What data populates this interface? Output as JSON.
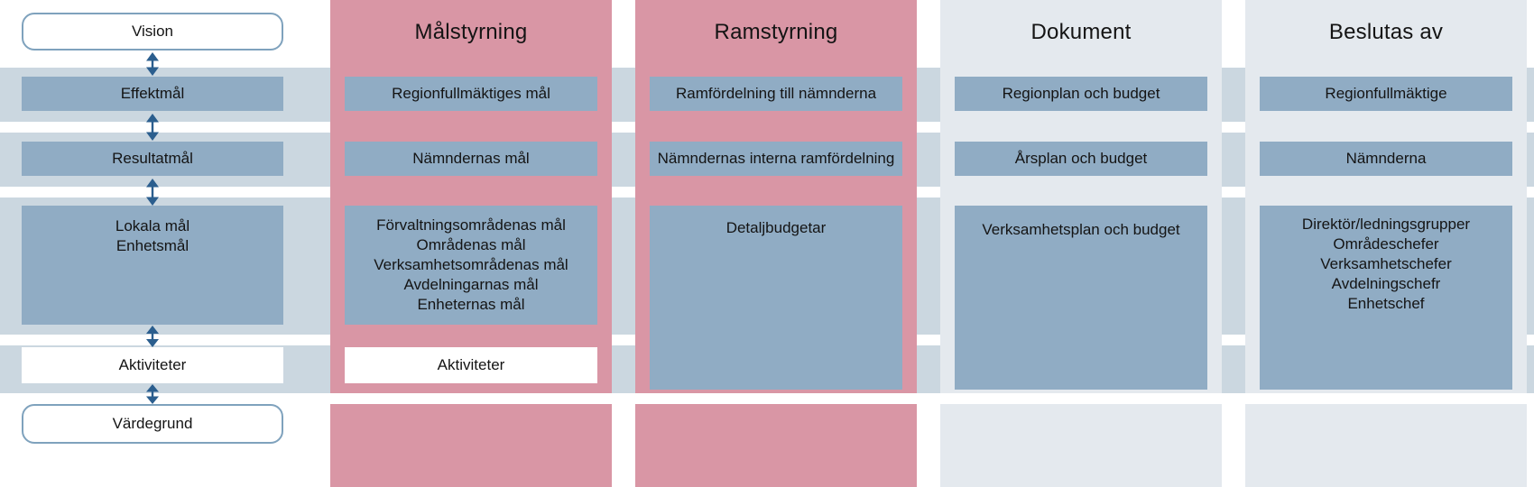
{
  "colors": {
    "box_blue": "#90acc4",
    "pink": "#d996a5",
    "light_col": "#e4e9ee",
    "band": "#cbd7e0",
    "arrow": "#2b5e8e",
    "pill_border": "#7fa2bd"
  },
  "left_flow": {
    "vision": "Vision",
    "effektmal": "Effektmål",
    "resultatmal": "Resultatmål",
    "lokala_lines": [
      "Lokala mål",
      "Enhetsmål"
    ],
    "aktiviteter": "Aktiviteter",
    "vardegrund": "Värdegrund"
  },
  "columns": [
    {
      "header": "Målstyrning",
      "rows": {
        "r1": "Regionfullmäktiges mål",
        "r2": "Nämndernas mål",
        "r3_lines": [
          "Förvaltningsområdenas mål",
          "Områdenas mål",
          "Verksamhetsområdenas mål",
          "Avdelningarnas mål",
          "Enheternas mål"
        ],
        "r4": "Aktiviteter"
      }
    },
    {
      "header": "Ramstyrning",
      "rows": {
        "r1": "Ramfördelning till nämnderna",
        "r2": "Nämndernas interna ramfördelning",
        "r3": "Detaljbudgetar"
      }
    },
    {
      "header": "Dokument",
      "rows": {
        "r1": "Regionplan och budget",
        "r2": "Årsplan och budget",
        "r3": "Verksamhetsplan och budget"
      }
    },
    {
      "header": "Beslutas av",
      "rows": {
        "r1": "Regionfullmäktige",
        "r2": "Nämnderna",
        "r3_lines": [
          "Direktör/ledningsgrupper",
          "Områdeschefer",
          "Verksamhetschefer",
          "Avdelningschefr",
          "Enhetschef"
        ]
      }
    }
  ]
}
